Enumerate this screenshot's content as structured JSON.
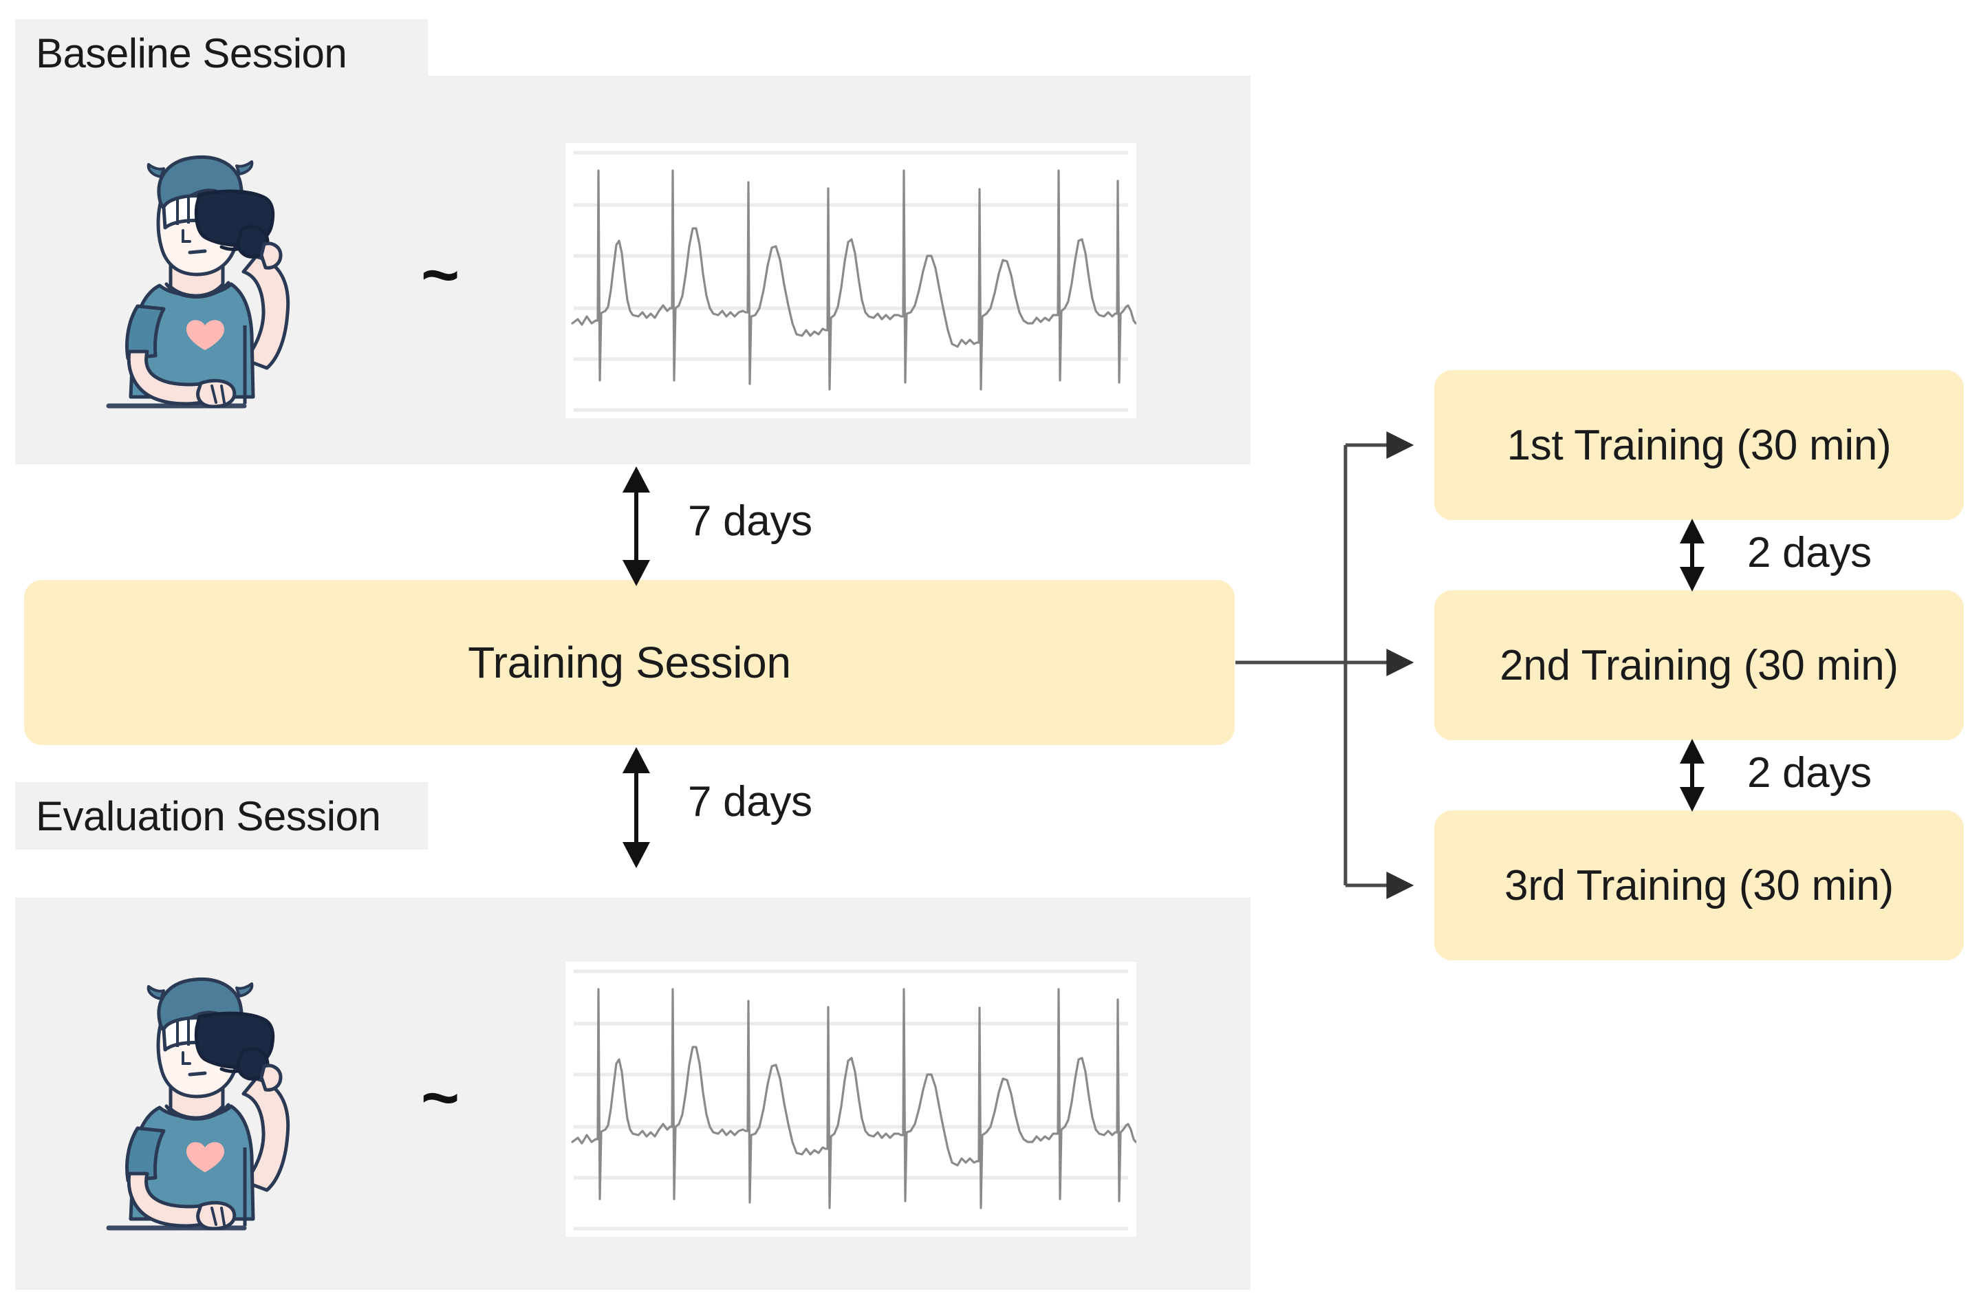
{
  "diagram": {
    "title": "Experimental protocol timeline",
    "colors": {
      "panel_gray": "#f1f1f1",
      "box_yellow": "#fdeec4",
      "arrow_black": "#1a1a1a",
      "connector_gray": "#5a5a5a",
      "ecg_trace": "#8a8a8a",
      "ecg_grid": "#ebebeb",
      "avatar_shirt": "#5a93ad",
      "avatar_headset": "#1b2a44",
      "avatar_heart": "#ffb3b3",
      "avatar_hair": "#4d7e99",
      "avatar_skin": "#fbe3dd"
    },
    "sessions": [
      {
        "id": "baseline",
        "label": "Baseline Session",
        "relation_symbol": "~",
        "avatar_name": "vr-participant-avatar",
        "signal_name": "ecg-waveform"
      },
      {
        "id": "evaluation",
        "label": "Evaluation Session",
        "relation_symbol": "~",
        "avatar_name": "vr-participant-avatar",
        "signal_name": "ecg-waveform"
      }
    ],
    "training_session": {
      "label": "Training Session"
    },
    "training_blocks": [
      {
        "id": "first",
        "label": "1st Training (30 min)"
      },
      {
        "id": "second",
        "label": "2nd Training (30 min)"
      },
      {
        "id": "third",
        "label": "3rd Training (30 min)"
      }
    ],
    "interval_labels": {
      "baseline_to_training": "7 days",
      "training_to_evaluation": "7 days",
      "first_to_second": "2 days",
      "second_to_third": "2 days"
    }
  },
  "chart_data": {
    "type": "line",
    "title": "ECG waveform",
    "xlabel": "",
    "ylabel": "",
    "series": [
      {
        "name": "ECG trace",
        "beats": 8,
        "description": "Repeating PQRST complexes: sharp tall R spikes with negative S deflections, followed by broad T waves",
        "r_peak_relative_heights": [
          1.0,
          1.0,
          0.93,
          0.88,
          1.0,
          0.87,
          1.0,
          0.9
        ],
        "t_wave_relative_heights": [
          0.42,
          0.52,
          0.46,
          0.5,
          0.44,
          0.41,
          0.5,
          0.47
        ]
      }
    ],
    "grid": true,
    "gridlines": 5,
    "legend": "none"
  }
}
